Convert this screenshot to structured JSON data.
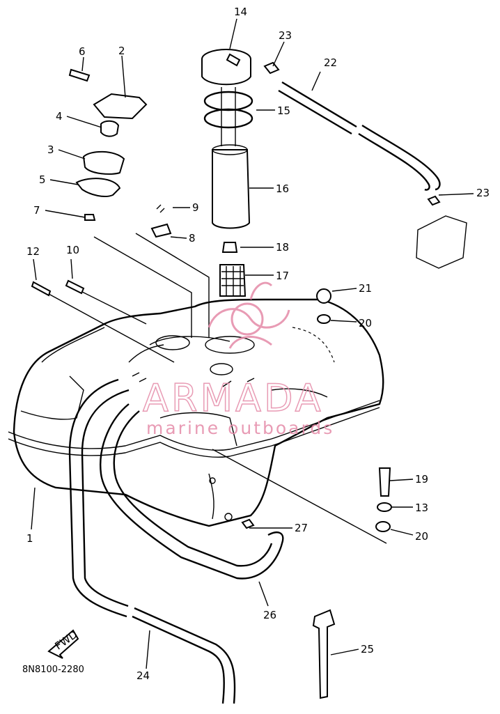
{
  "diagram": {
    "watermark": {
      "brand": "ARMADA",
      "tagline": "marine outboards",
      "color": "#e58aa8"
    },
    "catalog_code": "8N8100-2280",
    "fwd_label": "FWD",
    "callouts": [
      "1",
      "2",
      "3",
      "4",
      "5",
      "6",
      "7",
      "8",
      "9",
      "10",
      "12",
      "13",
      "14",
      "15",
      "16",
      "17",
      "18",
      "19",
      "20",
      "20",
      "21",
      "22",
      "23",
      "23",
      "24",
      "25",
      "26",
      "27"
    ]
  }
}
